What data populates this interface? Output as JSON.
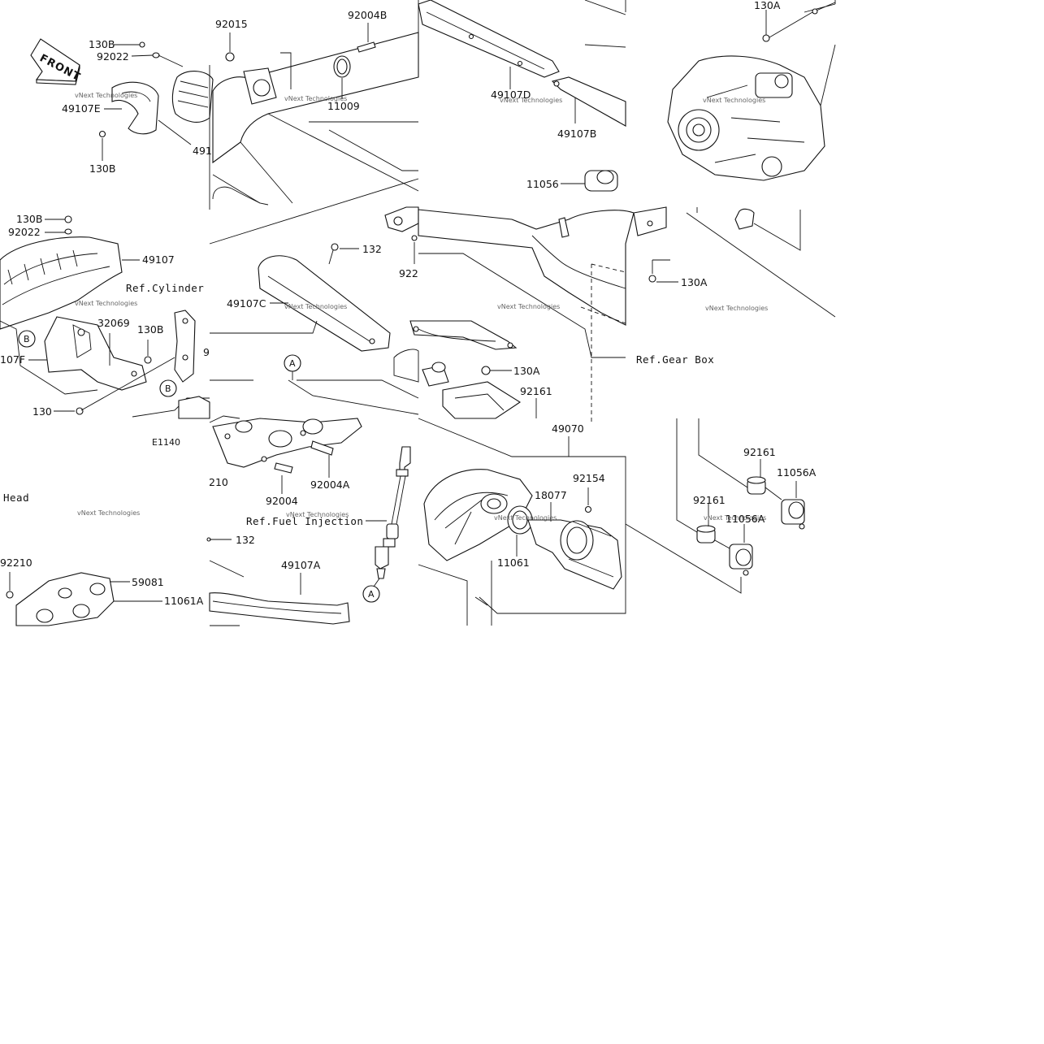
{
  "diagram_code": "E1140",
  "front_label": "FRONT",
  "watermark_text": "vNext Technologies",
  "parts": {
    "p130B_a": "130B",
    "p92022_a": "92022",
    "p49107E": "49107E",
    "p130B_b": "130B",
    "p491_trunc": "491",
    "p92015": "92015",
    "p92004B": "92004B",
    "p11009": "11009",
    "p49107D": "49107D",
    "p49107B": "49107B",
    "p130A_top": "130A",
    "p11056": "11056",
    "p130B_c": "130B",
    "p92022_b": "92022",
    "p49107": "49107",
    "p132_a": "132",
    "p922_trunc": "922",
    "p130A_mid": "130A",
    "p49107C": "49107C",
    "p32069": "32069",
    "p130B_d": "130B",
    "p107F_trunc": "107F",
    "p130": "130",
    "p9_trunc": "9",
    "p130A_low": "130A",
    "p92161_a": "92161",
    "p49070": "49070",
    "p92161_b": "92161",
    "p11056A_a": "11056A",
    "p92161_c": "92161",
    "p11056A_b": "11056A",
    "p92004": "92004",
    "p92004A": "92004A",
    "p210_trunc": "210",
    "p132_b": "132",
    "p92154": "92154",
    "p18077": "18077",
    "p11061": "11061",
    "p49107A": "49107A",
    "p92210_trunc": "92210",
    "p59081": "59081",
    "p11061A": "11061A"
  },
  "refs": {
    "cylinder": "Ref.Cylinder",
    "gear_box": "Ref.Gear Box",
    "fuel_injection": "Ref.Fuel Injection",
    "head_trunc": "Head"
  },
  "callouts": {
    "a_top": "A",
    "a_bottom": "A",
    "b_left": "B",
    "b_mid": "B"
  }
}
